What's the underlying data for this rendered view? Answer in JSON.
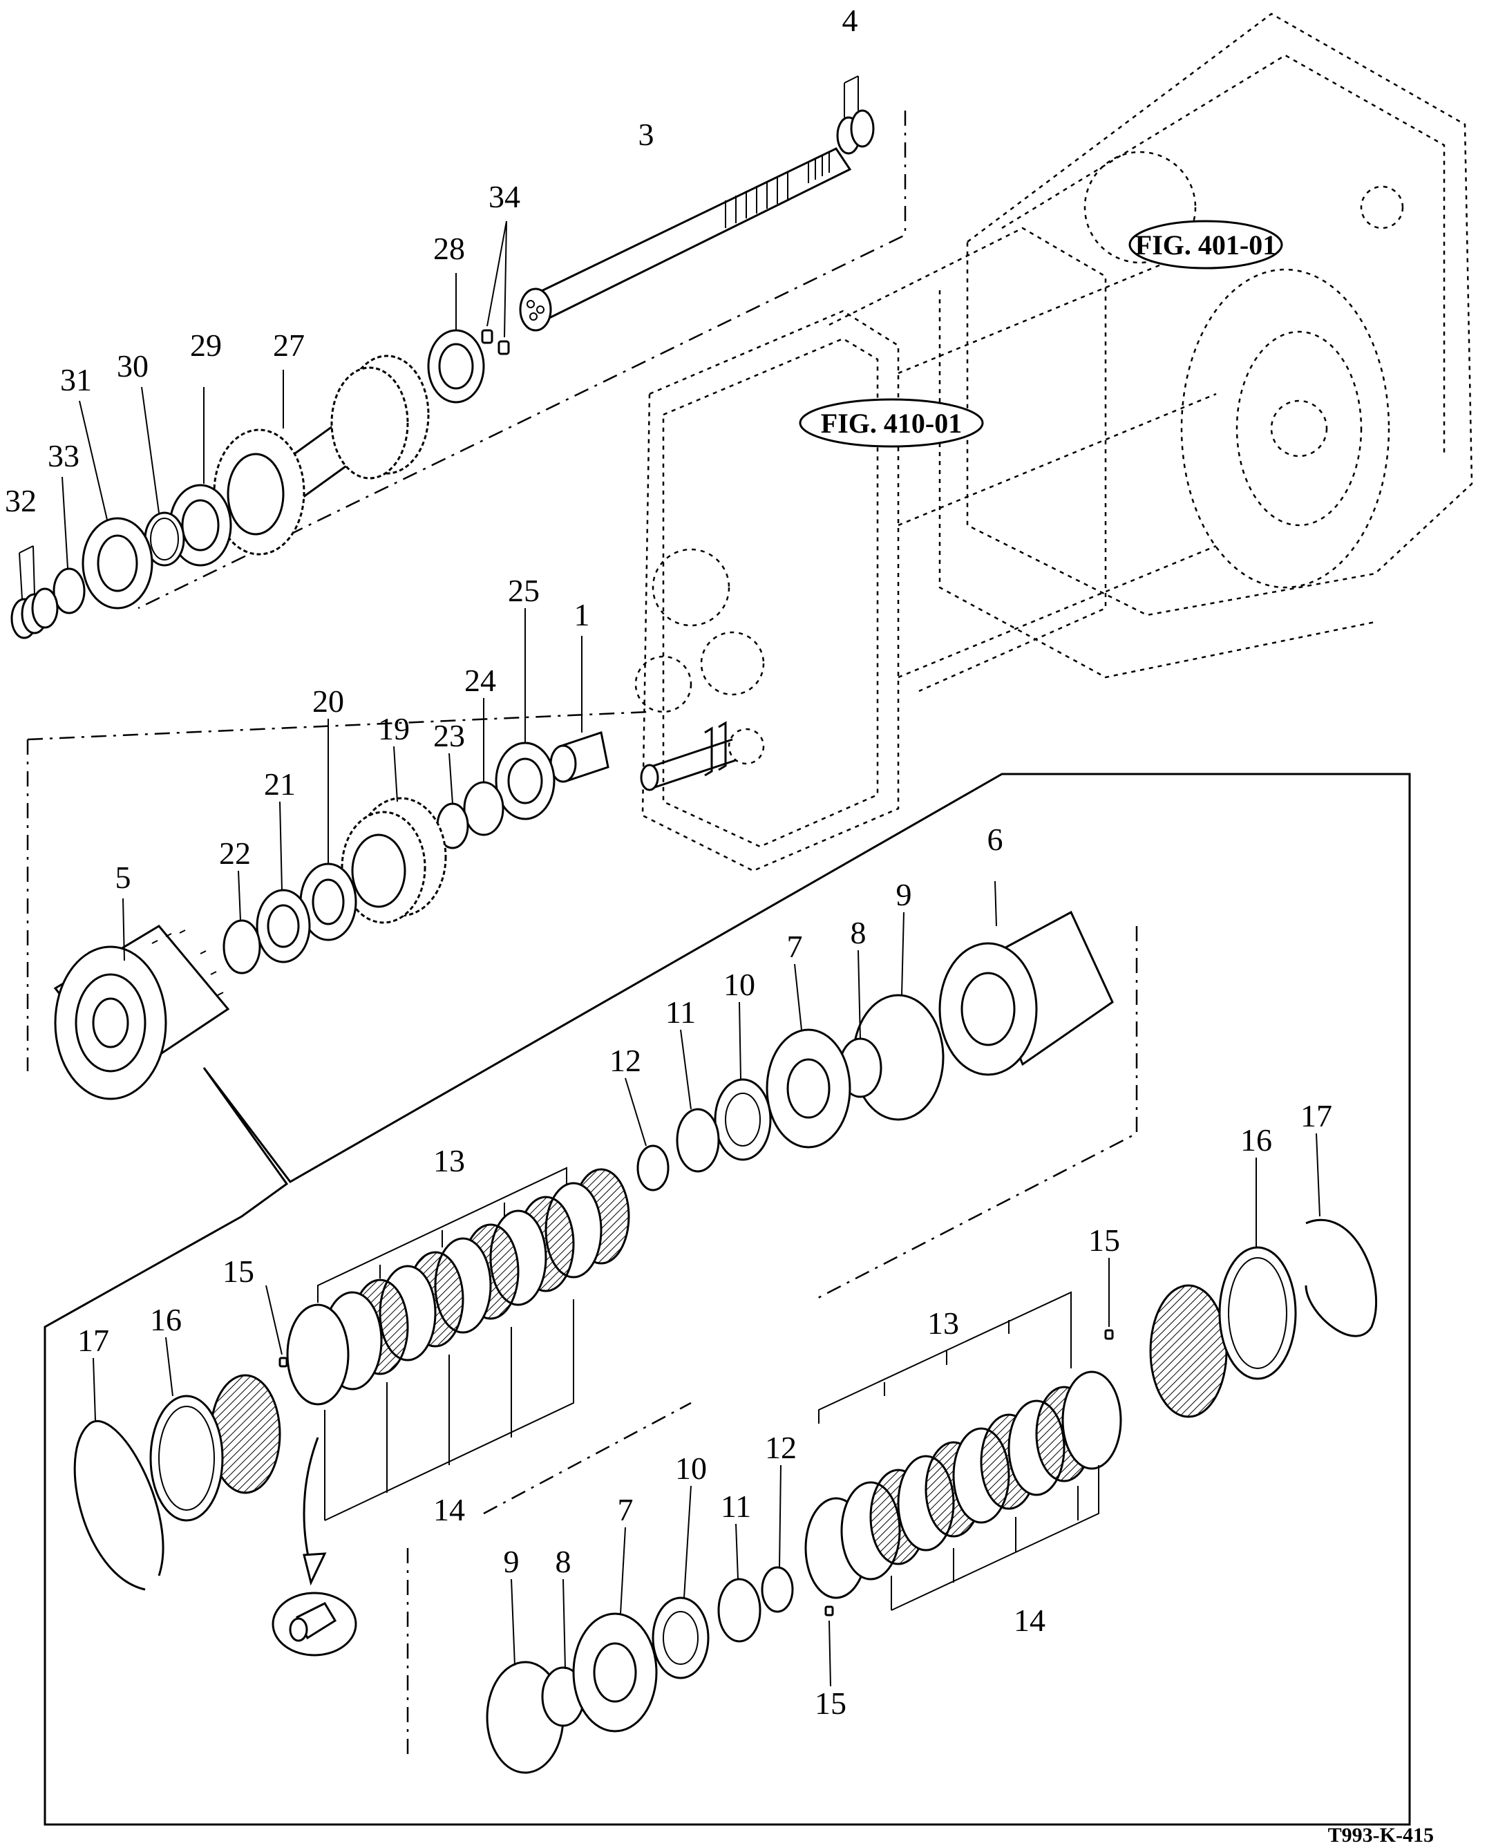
{
  "figure_refs": {
    "fig_401": "FIG. 401-01",
    "fig_410": "FIG. 410-01"
  },
  "drawing_code": "T993-K-415",
  "callouts": {
    "c1": "1",
    "c3": "3",
    "c4": "4",
    "c5": "5",
    "c6": "6",
    "c7a": "7",
    "c7b": "7",
    "c8a": "8",
    "c8b": "8",
    "c9a": "9",
    "c9b": "9",
    "c10a": "10",
    "c10b": "10",
    "c11a": "11",
    "c11b": "11",
    "c12a": "12",
    "c12b": "12",
    "c13a": "13",
    "c13b": "13",
    "c14a": "14",
    "c14b": "14",
    "c15a": "15",
    "c15b": "15",
    "c15c": "15",
    "c16a": "16",
    "c16b": "16",
    "c17a": "17",
    "c17b": "17",
    "c19": "19",
    "c20": "20",
    "c21": "21",
    "c22": "22",
    "c23": "23",
    "c24": "24",
    "c25": "25",
    "c27": "27",
    "c28": "28",
    "c29": "29",
    "c30": "30",
    "c31": "31",
    "c32": "32",
    "c33": "33",
    "c34": "34"
  }
}
